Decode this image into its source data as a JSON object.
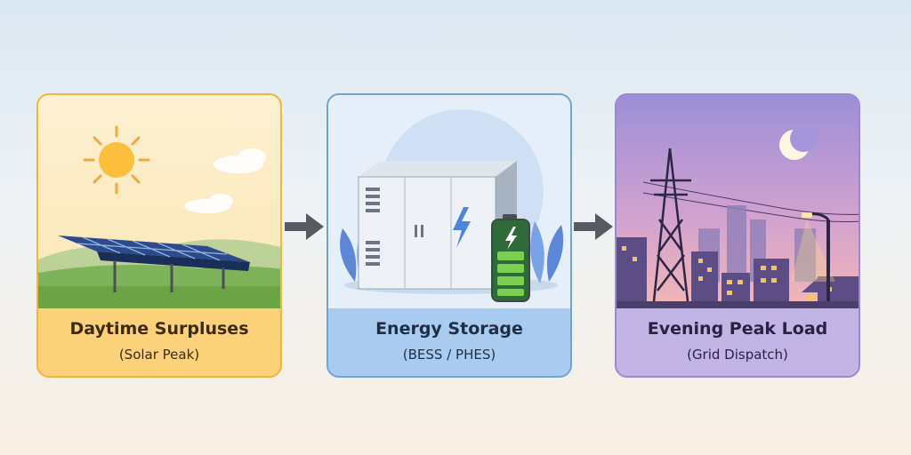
{
  "stages": [
    {
      "title": "Daytime Surpluses",
      "subtitle": "(Solar Peak)"
    },
    {
      "title": "Energy Storage",
      "subtitle": "(BESS / PHES)"
    },
    {
      "title": "Evening Peak Load",
      "subtitle": "(Grid Dispatch)"
    }
  ],
  "colors": {
    "solar": "#fbd27a",
    "storage": "#a9cbf0",
    "evening": "#c3b4e6",
    "arrow": "#555a63"
  },
  "icons": [
    "sun-icon",
    "solar-panel-icon",
    "battery-container-icon",
    "battery-icon",
    "moon-icon",
    "transmission-tower-icon",
    "street-lamp-icon"
  ]
}
